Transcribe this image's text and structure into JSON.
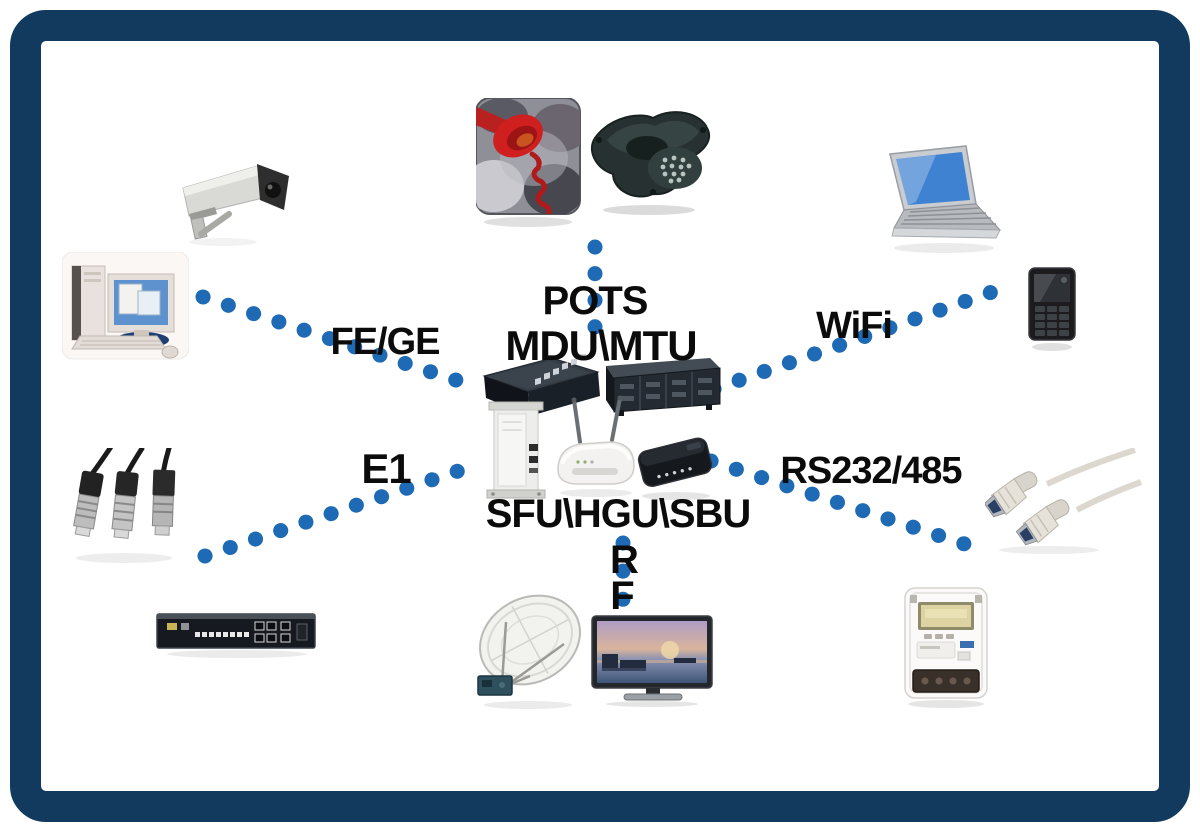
{
  "diagram": {
    "frame_color": "#123a5f",
    "dot_color": "#1f6ab5",
    "label_color": "#0b0b0b",
    "background": "#ffffff"
  },
  "labels": {
    "pots": "POTS",
    "mdu_mtu": "MDU\\MTU",
    "fe_ge": "FE/GE",
    "wifi": "WiFi",
    "e1": "E1",
    "rs232_485": "RS232/485",
    "sfu_hgu_sbu": "SFU\\HGU\\SBU",
    "rf_line1": "R",
    "rf_line2": "F"
  },
  "devices": [
    {
      "icon": "cctv-camera-icon",
      "meaning": "surveillance camera endpoint"
    },
    {
      "icon": "desktop-computer-icon",
      "meaning": "PC endpoint (FE/GE)"
    },
    {
      "icon": "red-telephone-icon",
      "meaning": "POTS phone"
    },
    {
      "icon": "conference-phone-icon",
      "meaning": "POTS conference phone"
    },
    {
      "icon": "laptop-icon",
      "meaning": "WiFi laptop endpoint"
    },
    {
      "icon": "smartphone-icon",
      "meaning": "WiFi handset endpoint"
    },
    {
      "icon": "bnc-cables-icon",
      "meaning": "E1 coax interfaces"
    },
    {
      "icon": "rack-multiplexer-icon",
      "meaning": "E1 transmission device"
    },
    {
      "icon": "mdu-switch-icon",
      "meaning": "MDU rack unit"
    },
    {
      "icon": "mtu-chassis-icon",
      "meaning": "MTU rack unit"
    },
    {
      "icon": "wall-onu-icon",
      "meaning": "SFU unit"
    },
    {
      "icon": "wireless-router-icon",
      "meaning": "HGU gateway"
    },
    {
      "icon": "black-onu-icon",
      "meaning": "SBU unit"
    },
    {
      "icon": "satellite-dish-icon",
      "meaning": "RF satellite source"
    },
    {
      "icon": "television-icon",
      "meaning": "RF TV endpoint"
    },
    {
      "icon": "energy-meter-icon",
      "meaning": "RS232/485 meter endpoint"
    },
    {
      "icon": "serial-cables-icon",
      "meaning": "RS232/485 interfaces"
    }
  ],
  "links": [
    {
      "name": "fe-ge-link"
    },
    {
      "name": "wifi-link"
    },
    {
      "name": "pots-link"
    },
    {
      "name": "e1-link"
    },
    {
      "name": "rs232-485-link"
    },
    {
      "name": "rf-link"
    }
  ]
}
